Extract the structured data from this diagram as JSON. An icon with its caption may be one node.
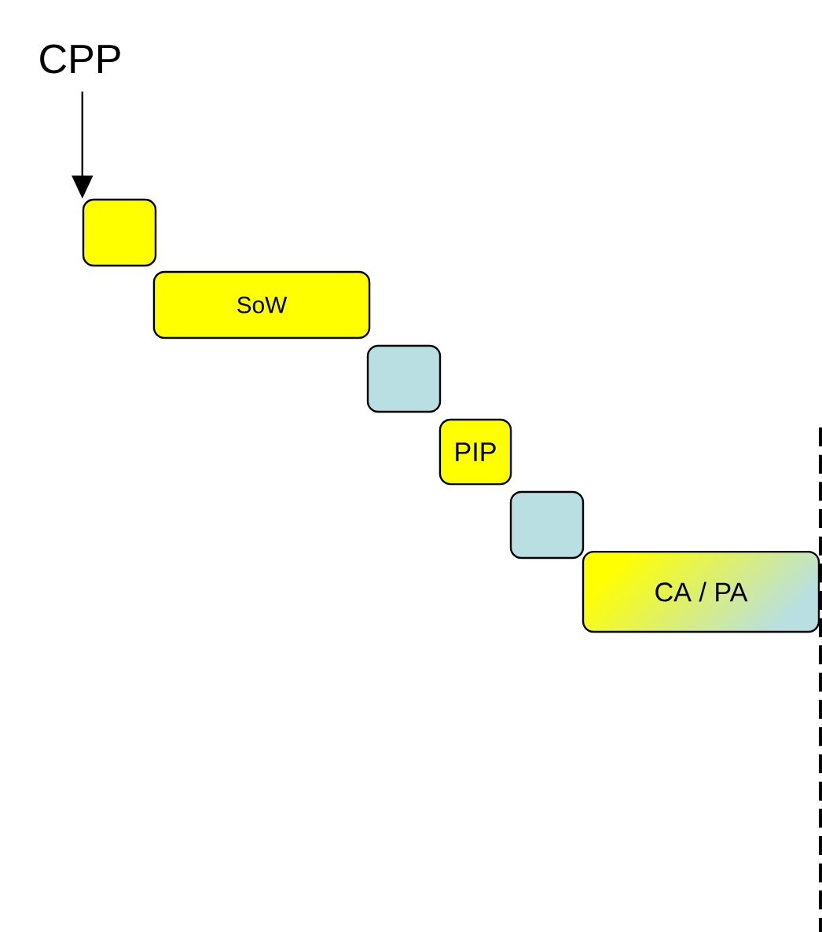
{
  "diagram": {
    "nodes": [
      {
        "text": [
          "CPP"
        ]
      },
      {
        "text": [],
        "shape": "box"
      },
      {
        "text": [
          "SoW"
        ]
      },
      {
        "text": [],
        "shape": "box"
      },
      {
        "text": [
          "PIP"
        ]
      },
      {
        "text": [],
        "shape": "box"
      },
      {
        "text": [
          "CA / PA"
        ]
      }
    ],
    "edges": [
      {
        "from": 0,
        "to": 1,
        "arrow": "to"
      }
    ]
  }
}
